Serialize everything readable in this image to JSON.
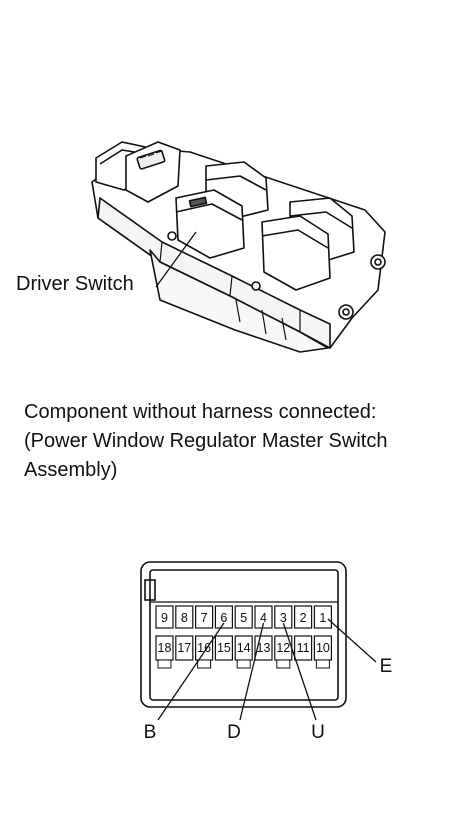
{
  "switch_diagram": {
    "callout_label": "Driver Switch"
  },
  "description": {
    "line1": "Component without harness connected:",
    "line2": "(Power Window Regulator Master Switch",
    "line3": "Assembly)"
  },
  "connector": {
    "top_row_pins": [
      "9",
      "8",
      "7",
      "6",
      "5",
      "4",
      "3",
      "2",
      "1"
    ],
    "bottom_row_pins": [
      "18",
      "17",
      "16",
      "15",
      "14",
      "13",
      "12",
      "11",
      "10"
    ],
    "callouts": [
      {
        "label": "B",
        "pin": "6"
      },
      {
        "label": "D",
        "pin": "4"
      },
      {
        "label": "U",
        "pin": "3"
      },
      {
        "label": "E",
        "pin": "1"
      }
    ]
  }
}
